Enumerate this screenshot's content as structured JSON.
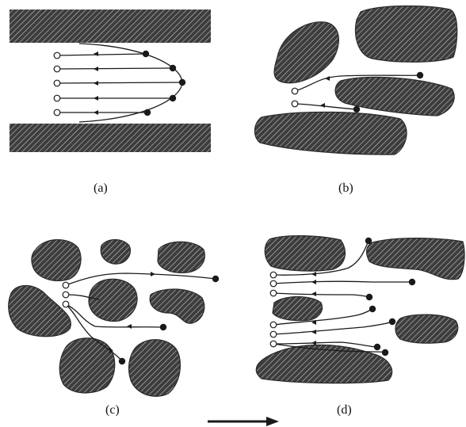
{
  "panels": [
    {
      "id": "a",
      "label": "(a)"
    },
    {
      "id": "b",
      "label": "(b)"
    },
    {
      "id": "c",
      "label": "(c)"
    },
    {
      "id": "d",
      "label": "(d)"
    }
  ],
  "flow_arrow": {
    "direction": "right",
    "color": "#1a1a1a"
  },
  "colors": {
    "grain": "#3a3a3a",
    "hatch_line": "#d8d8d8",
    "line": "#1a1a1a",
    "background": "#ffffff"
  }
}
